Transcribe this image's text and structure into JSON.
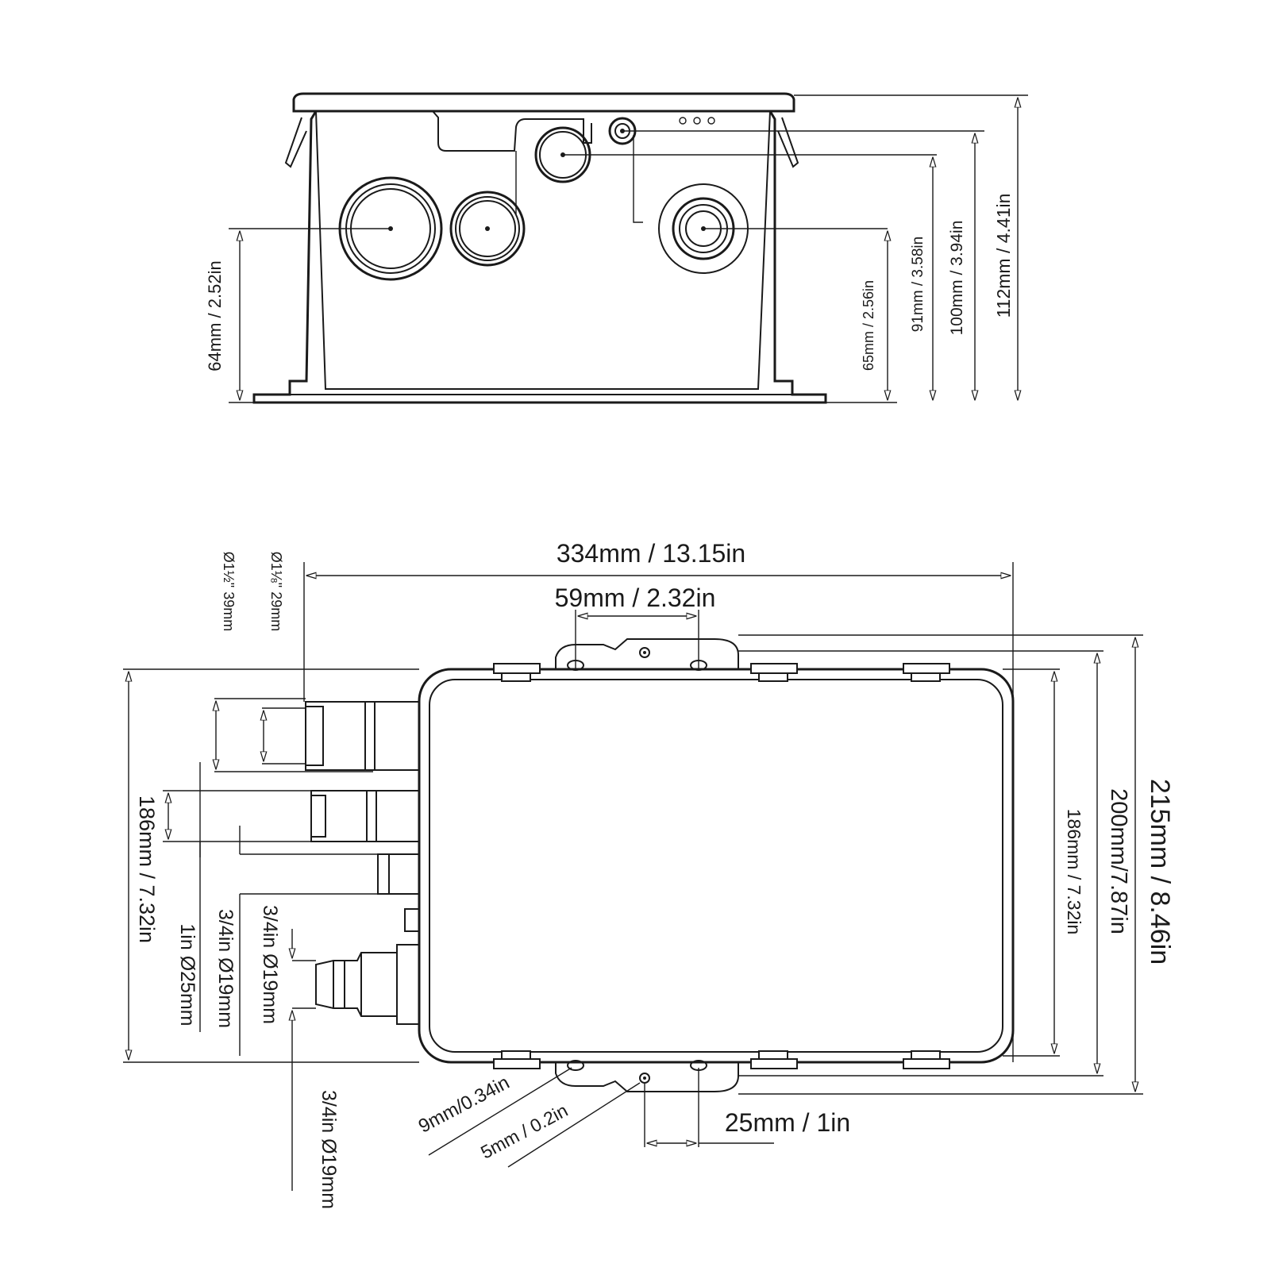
{
  "front_view": {
    "dim_64": "64mm / 2.52in",
    "dim_65": "65mm / 2.56in",
    "dim_91": "91mm / 3.58in",
    "dim_100": "100mm / 3.94in",
    "dim_112": "112mm / 4.41in"
  },
  "top_view": {
    "dim_334": "334mm / 13.15in",
    "dim_59": "59mm / 2.32in",
    "dim_39": "Ø1½\" 39mm",
    "dim_29": "Ø1⅛\" 29mm",
    "dim_186_left": "186mm / 7.32in",
    "dim_1in": "1in Ø25mm",
    "dim_34_a": "3/4in Ø19mm",
    "dim_34_b": "3/4in Ø19mm",
    "dim_34_c": "3/4in Ø19mm",
    "dim_186_right": "186mm / 7.32in",
    "dim_200": "200mm/7.87in",
    "dim_215": "215mm / 8.46in",
    "dim_9": "9mm/0.34in",
    "dim_5": "5mm / 0.2in",
    "dim_25": "25mm / 1in"
  }
}
